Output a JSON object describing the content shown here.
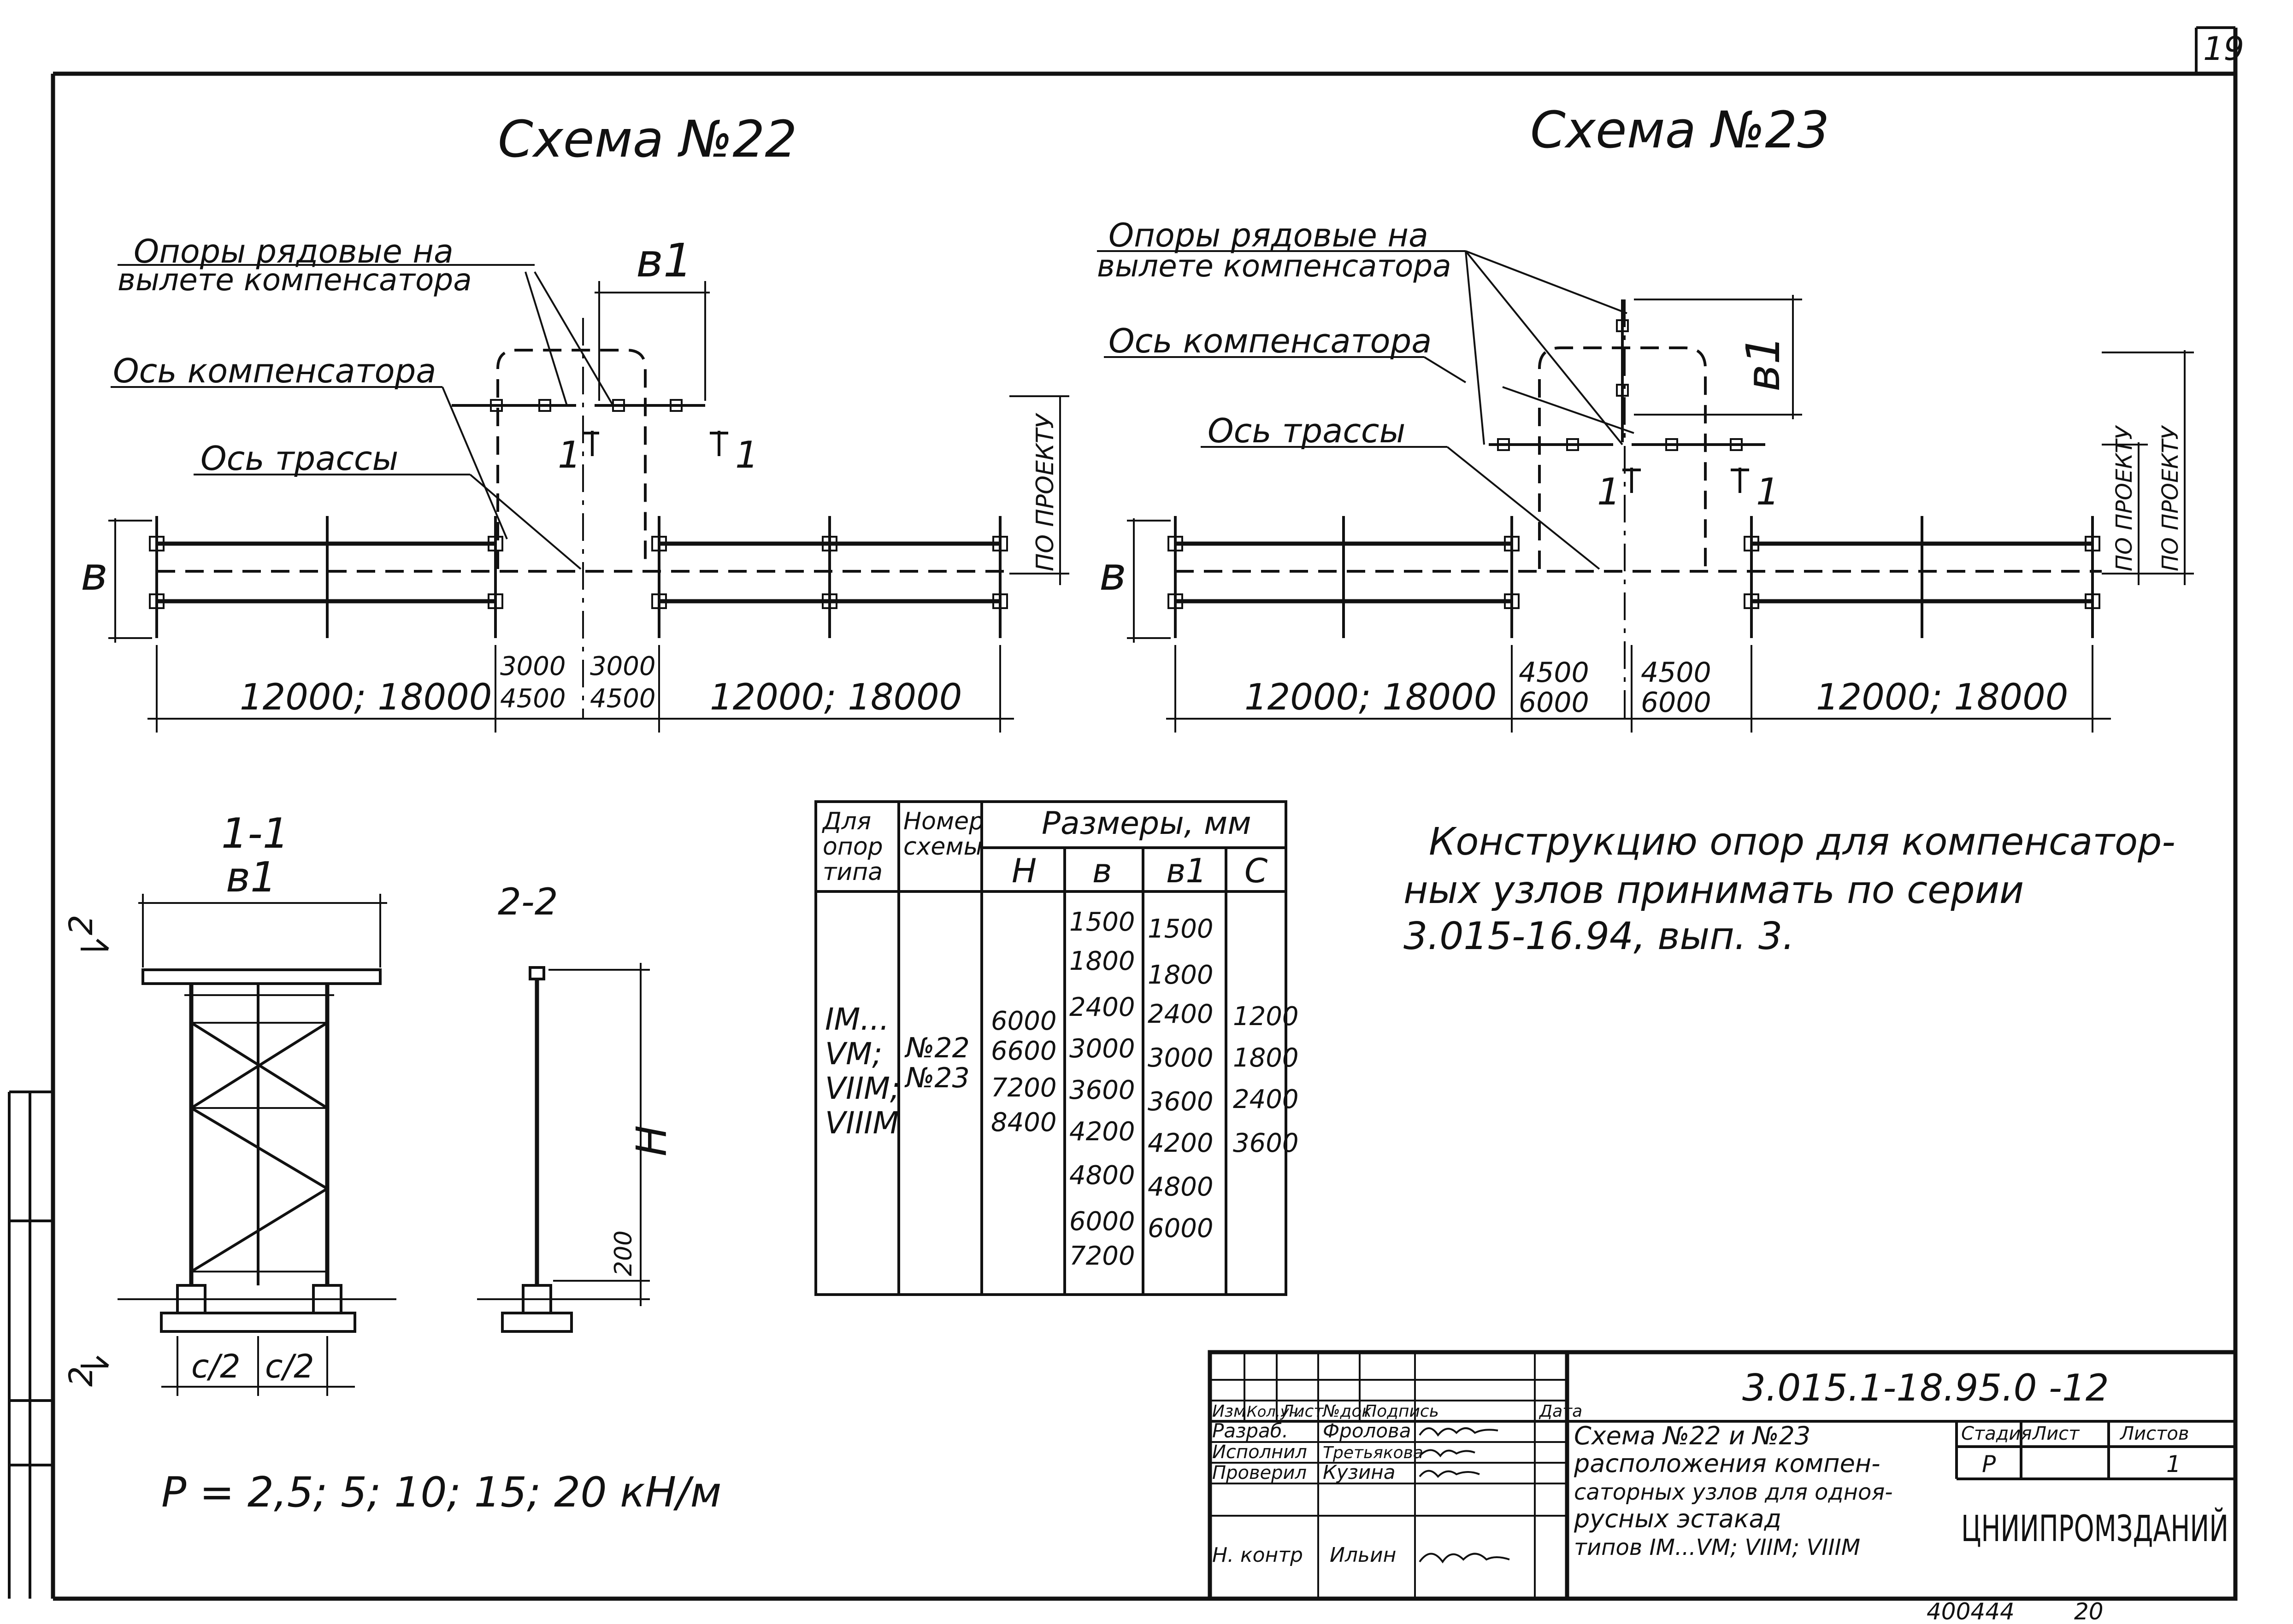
{
  "sheet": {
    "page_number": "19",
    "bottom_code": "400444",
    "bottom_num": "20"
  },
  "scheme22": {
    "title": "Схема №22",
    "label_supports_line1": "Опоры рядовые на",
    "label_supports_line2": "вылете компенсатора",
    "label_comp_axis": "Ось компенсатора",
    "label_route_axis": "Ось трассы",
    "dim_b1": "в1",
    "dim_b": "в",
    "section_mark": "1",
    "po_proektu": "ПО ПРОЕКТУ",
    "dim_span_left": "12000; 18000",
    "dim_span_right": "12000; 18000",
    "dim_mid_left_top": "3000",
    "dim_mid_left_bot": "4500",
    "dim_mid_right_top": "3000",
    "dim_mid_right_bot": "4500"
  },
  "scheme23": {
    "title": "Схема №23",
    "label_supports_line1": "Опоры рядовые на",
    "label_supports_line2": "вылете компенсатора",
    "label_comp_axis": "Ось компенсатора",
    "label_route_axis": "Ось трассы",
    "dim_b1": "в1",
    "dim_b": "в",
    "section_mark": "1",
    "po_proektu_1": "ПО ПРОЕКТУ",
    "po_proektu_2": "ПО ПРОЕКТУ",
    "dim_span_left": "12000; 18000",
    "dim_span_right": "12000; 18000",
    "dim_mid_left_top": "4500",
    "dim_mid_left_bot": "6000",
    "dim_mid_right_top": "4500",
    "dim_mid_right_bot": "6000"
  },
  "section11": {
    "title": "1-1",
    "dim_b1": "в1",
    "mark_2": "2",
    "dim_c2_left": "c/2",
    "dim_c2_right": "c/2"
  },
  "section22": {
    "title": "2-2",
    "dim_h": "H",
    "dim_200": "200"
  },
  "load_note": "P = 2,5; 5; 10; 15; 20 кН/м",
  "table": {
    "header_col1": [
      "Для",
      "опор",
      "типа"
    ],
    "header_col2": [
      "Номер",
      "схемы"
    ],
    "header_group": "Размеры, мм",
    "sub_headers": [
      "H",
      "в",
      "в1",
      "C"
    ],
    "col_types": [
      "IM...",
      "VM;",
      "VIIM;",
      "VIIIM"
    ],
    "col_schemes": [
      "№22",
      "№23"
    ],
    "col_H": [
      "6000",
      "6600",
      "7200",
      "8400"
    ],
    "col_b": [
      "1500",
      "1800",
      "2400",
      "3000",
      "3600",
      "4200",
      "4800",
      "6000",
      "7200"
    ],
    "col_b1": [
      "1500",
      "1800",
      "2400",
      "3000",
      "3600",
      "4200",
      "4800",
      "6000"
    ],
    "col_C": [
      "1200",
      "1800",
      "2400",
      "3600"
    ]
  },
  "note": {
    "line1": "Конструкцию опор для компенсатор-",
    "line2": "ных узлов принимать по серии",
    "line3": "3.015-16.94, вып. 3."
  },
  "title_block": {
    "doc_code": "3.015.1-18.95.0 -12",
    "col_headers": [
      "Изм.",
      "Кол.уч.",
      "Лист",
      "№док",
      "Подпись",
      "Дата"
    ],
    "rows": [
      {
        "role": "Разраб.",
        "name": "Фролова"
      },
      {
        "role": "Исполнил",
        "name": "Третьякова"
      },
      {
        "role": "Проверил",
        "name": "Кузина"
      },
      {
        "role": "Н. контр",
        "name": "Ильин"
      }
    ],
    "description": [
      "Схема №22 и №23",
      "расположения компен-",
      "саторных узлов для одноя-",
      "русных эстакад",
      "типов IM...VM; VIIM; VIIIM"
    ],
    "stage_label": "Стадия",
    "sheet_label": "Лист",
    "sheets_label": "Листов",
    "stage_value": "Р",
    "sheets_value": "1",
    "organization": "ЦНИИПРОМЗДАНИЙ"
  }
}
